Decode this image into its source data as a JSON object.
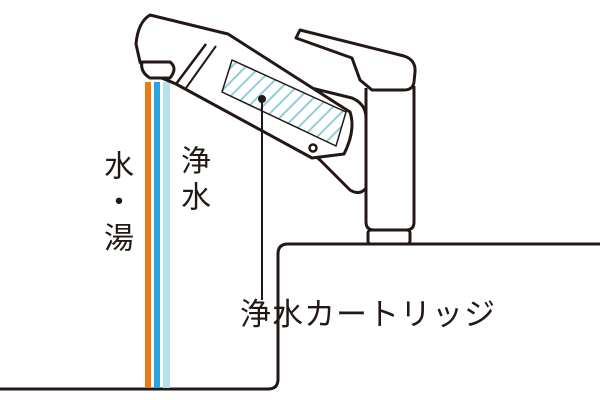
{
  "labels": {
    "hot_cold_water": "水・湯",
    "purified_water": "浄水",
    "cartridge": "浄水カートリッジ"
  },
  "colors": {
    "line": "#231815",
    "hot_cold_stream": "#ea7a16",
    "blue_stream": "#2ba3dd",
    "light_stream": "#b6e0ec",
    "cartridge_hatch": "#8fcfda",
    "background": "#ffffff"
  },
  "icons": {
    "faucet": "faucet-illustration",
    "sink": "sink-counter-outline"
  }
}
